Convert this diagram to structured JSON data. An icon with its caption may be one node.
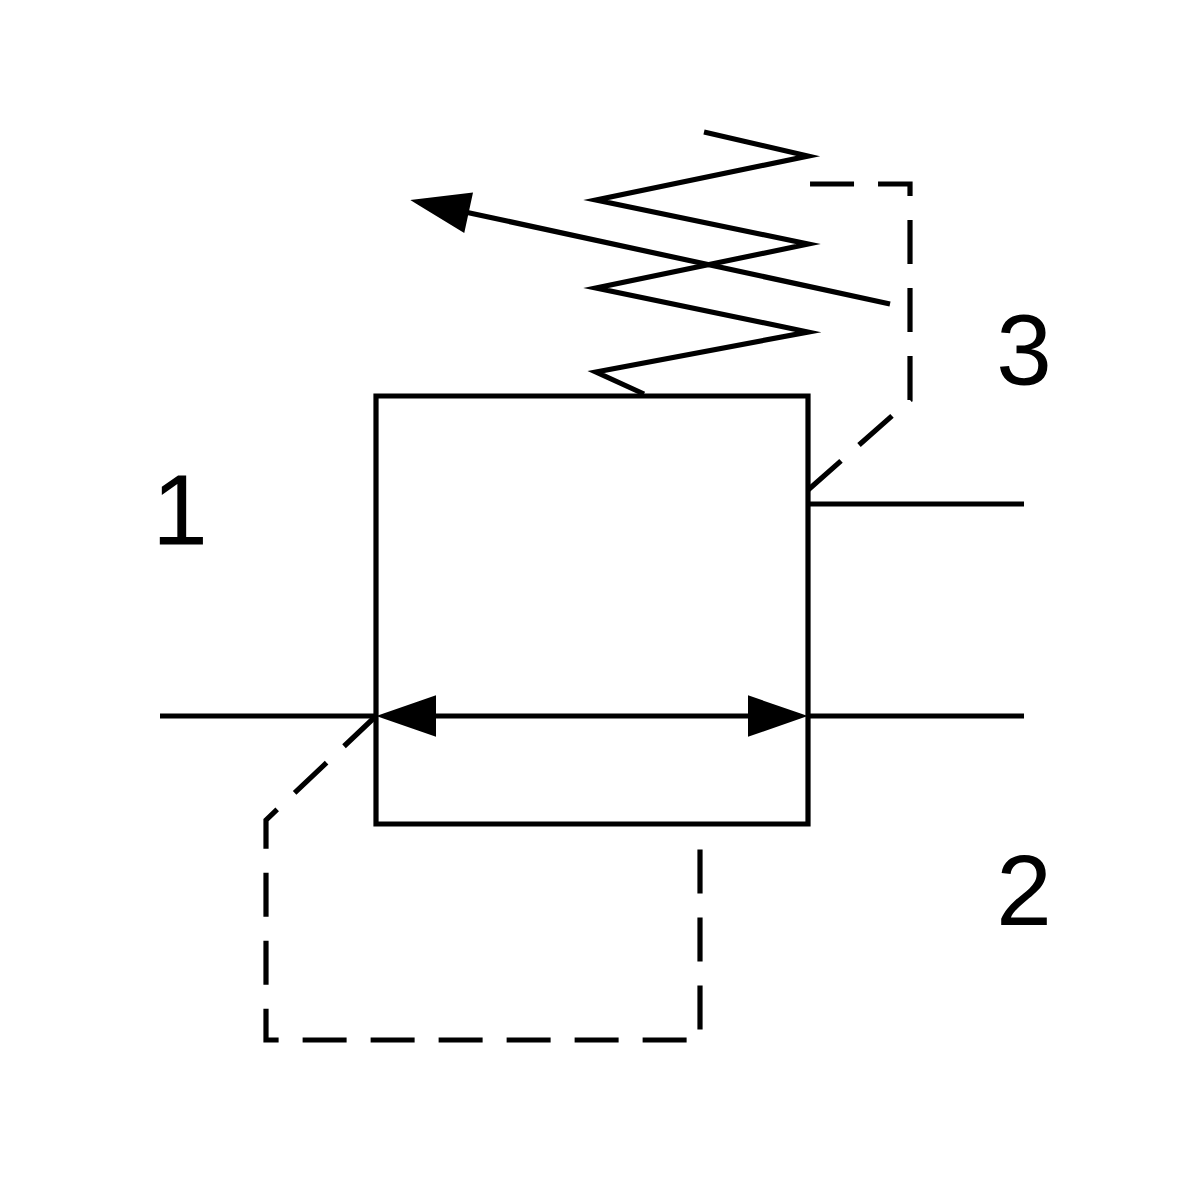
{
  "diagram": {
    "labels": [
      "3",
      "1",
      "2"
    ]
  }
}
